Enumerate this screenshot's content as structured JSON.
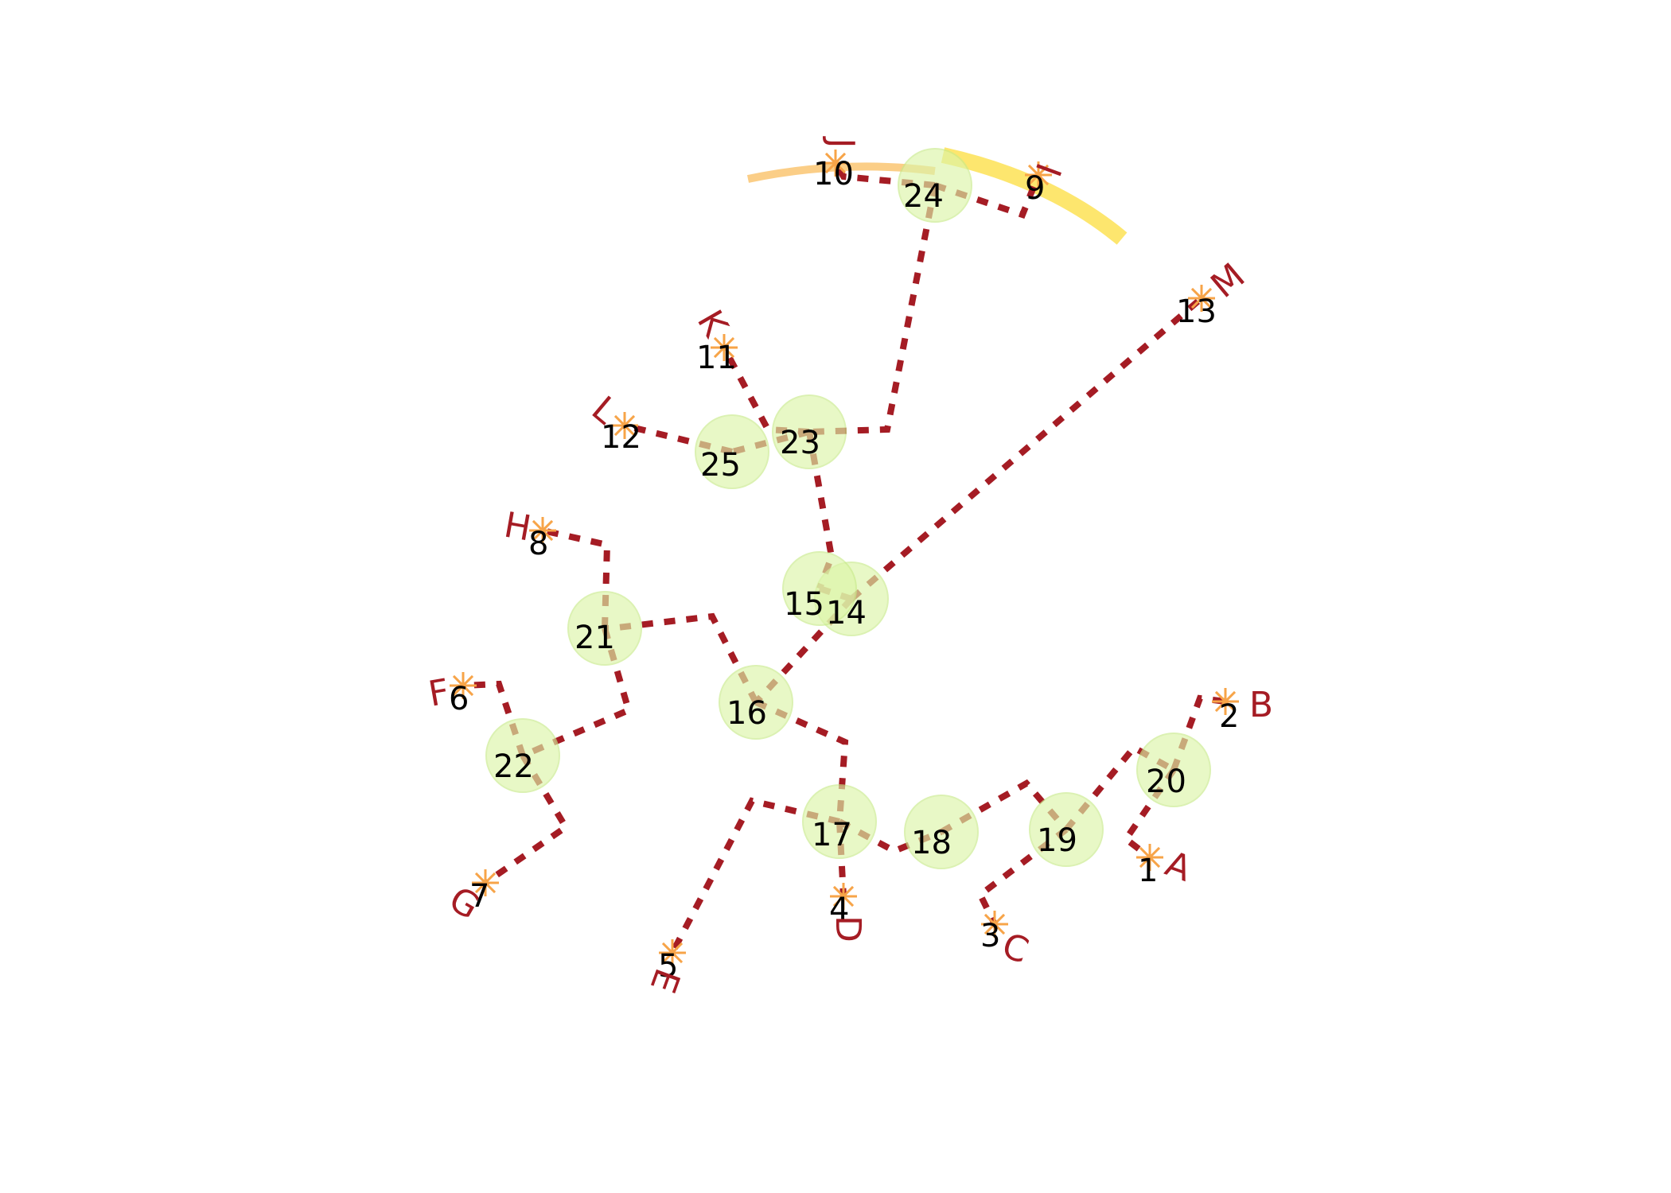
{
  "colors": {
    "edge": "#a51c24",
    "node_fill": "#dcf5a8",
    "node_stroke": "#c8eb8a",
    "tip_marker": "#f7a448",
    "tip_label": "#a51c24",
    "arc_light": "#fbc97a",
    "arc_yellow": "#fde35e"
  },
  "tips": [
    {
      "id": "1",
      "letter": "A"
    },
    {
      "id": "2",
      "letter": "B"
    },
    {
      "id": "3",
      "letter": "C"
    },
    {
      "id": "4",
      "letter": "D"
    },
    {
      "id": "5",
      "letter": "E"
    },
    {
      "id": "6",
      "letter": "F"
    },
    {
      "id": "7",
      "letter": "G"
    },
    {
      "id": "8",
      "letter": "H"
    },
    {
      "id": "9",
      "letter": "I"
    },
    {
      "id": "10",
      "letter": "J"
    },
    {
      "id": "11",
      "letter": "K"
    },
    {
      "id": "12",
      "letter": "L"
    },
    {
      "id": "13",
      "letter": "M"
    }
  ],
  "internal_nodes": [
    "14",
    "15",
    "16",
    "17",
    "18",
    "19",
    "20",
    "21",
    "22",
    "23",
    "24",
    "25"
  ],
  "edges": [
    [
      "24",
      "10"
    ],
    [
      "24",
      "9"
    ],
    [
      "24",
      "23"
    ],
    [
      "23",
      "11"
    ],
    [
      "23",
      "25"
    ],
    [
      "23",
      "15"
    ],
    [
      "25",
      "12"
    ],
    [
      "15",
      "14"
    ],
    [
      "14",
      "13"
    ],
    [
      "14",
      "16"
    ],
    [
      "16",
      "21"
    ],
    [
      "16",
      "17"
    ],
    [
      "21",
      "8"
    ],
    [
      "21",
      "22"
    ],
    [
      "22",
      "6"
    ],
    [
      "22",
      "7"
    ],
    [
      "17",
      "5"
    ],
    [
      "17",
      "4"
    ],
    [
      "17",
      "18"
    ],
    [
      "18",
      "19"
    ],
    [
      "19",
      "3"
    ],
    [
      "19",
      "20"
    ],
    [
      "20",
      "1"
    ],
    [
      "20",
      "2"
    ]
  ]
}
